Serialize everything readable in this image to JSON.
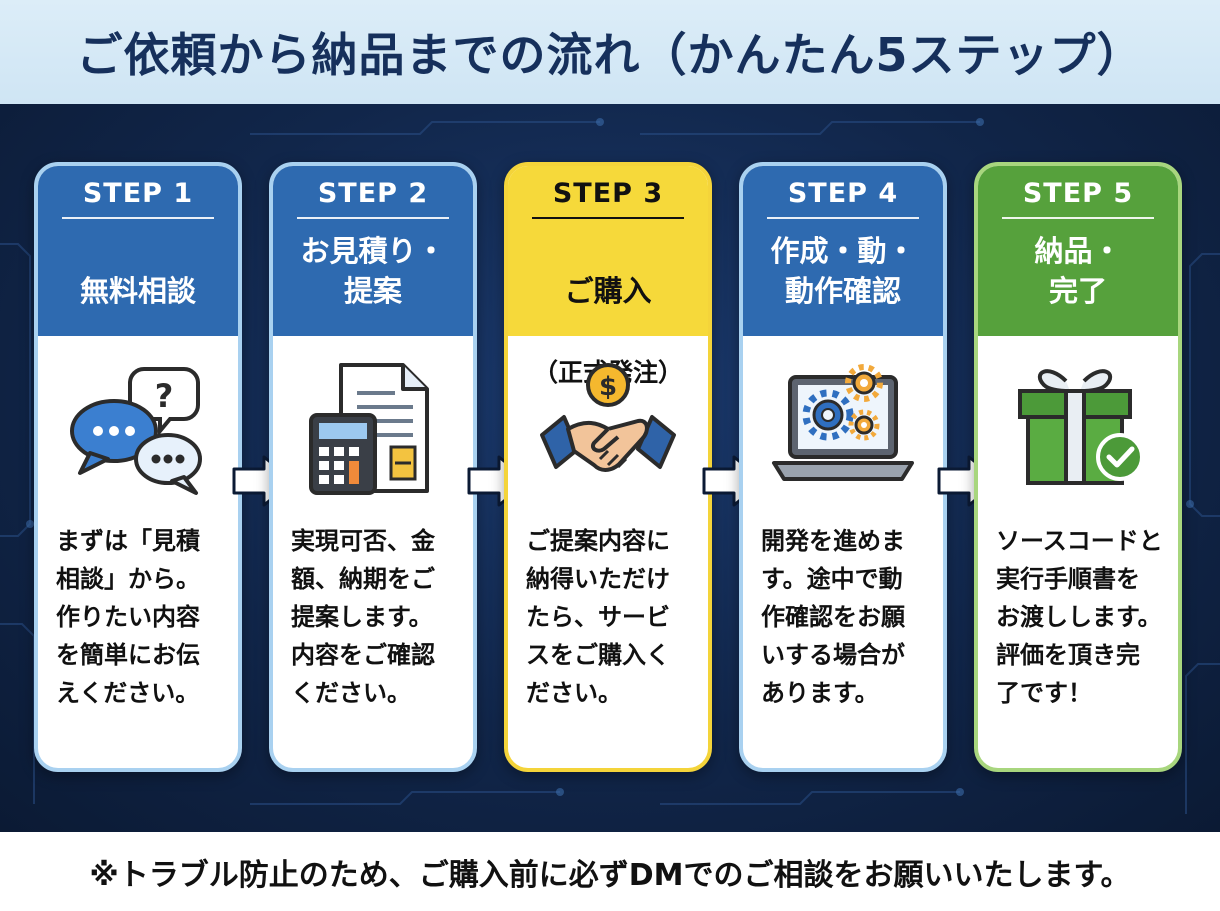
{
  "title": "ご依頼から納品までの流れ（かんたん5ステップ）",
  "steps": [
    {
      "label": "STEP 1",
      "title": "無料相談",
      "subtitle": "（DM）",
      "icon": "chat-bubbles-icon",
      "body": "まずは「見積\n相談」から。\n作りたい内容\nを簡単にお伝\nえください。"
    },
    {
      "label": "STEP 2",
      "title": "お見積り・\n提案",
      "subtitle": "",
      "icon": "calculator-document-icon",
      "body": "実現可否、金\n額、納期をご\n提案します。\n内容をご確認\nください。"
    },
    {
      "label": "STEP 3",
      "title": "ご購入",
      "subtitle": "（正式発注）",
      "icon": "handshake-coin-icon",
      "body": "ご提案内容に\n納得いただけ\nたら、サービ\nスをご購入く\nださい。"
    },
    {
      "label": "STEP 4",
      "title": "作成・動・\n動作確認",
      "subtitle": "",
      "icon": "laptop-gears-icon",
      "body": "開発を進めま\nす。途中で動\n作確認をお願\nいする場合が\nあります。"
    },
    {
      "label": "STEP 5",
      "title": "納品・\n完了",
      "subtitle": "",
      "icon": "gift-box-check-icon",
      "body": "ソースコードと\n実行手順書を\nお渡しします。\n評価を頂き完\n了です！"
    }
  ],
  "footer": "※トラブル防止のため、ご購入前に必ずDMでのご相談をお願いいたします。",
  "colors": {
    "background": "#0f2142",
    "title_bar": "#dcedf8",
    "step_blue": "#2e6ab0",
    "step_yellow": "#f6d93a",
    "step_green": "#56a13c"
  }
}
